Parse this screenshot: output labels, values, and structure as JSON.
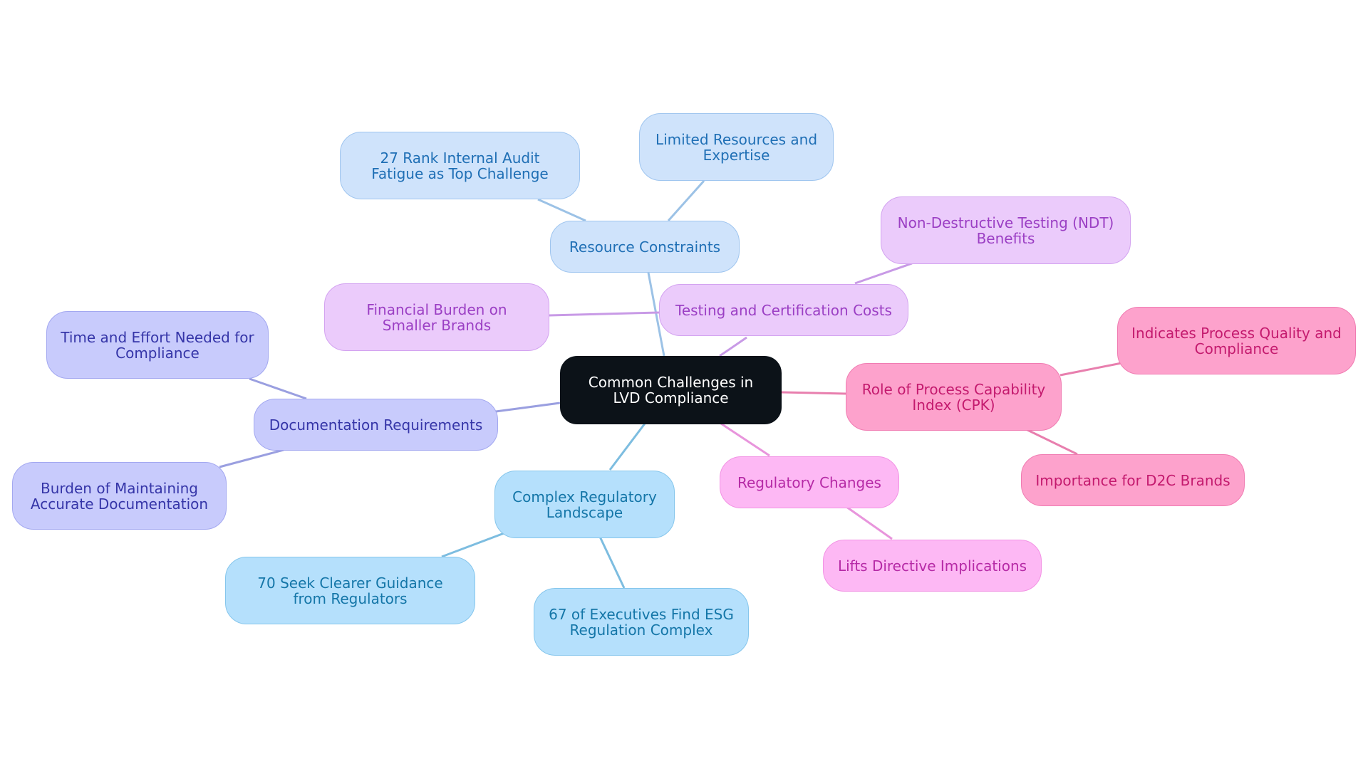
{
  "mindmap": {
    "root": {
      "label": "Common Challenges in LVD Compliance"
    },
    "branches": [
      {
        "id": "resource",
        "label": "Resource Constraints",
        "color": {
          "fill": "#cfe3fb",
          "border": "#9fc5ef",
          "text": "#1f6fb5",
          "line": "#9cc2e6"
        },
        "children": [
          {
            "id": "audit",
            "label": "27 Rank Internal Audit Fatigue as Top Challenge"
          },
          {
            "id": "limited",
            "label": "Limited Resources and Expertise"
          }
        ]
      },
      {
        "id": "testing",
        "label": "Testing and Certification Costs",
        "color": {
          "fill": "#ebcbfb",
          "border": "#d3a3f0",
          "text": "#9b3fc4",
          "line": "#c89ae6"
        },
        "children": [
          {
            "id": "ndt",
            "label": "Non-Destructive Testing (NDT) Benefits"
          },
          {
            "id": "financial",
            "label": "Financial Burden on Smaller Brands"
          }
        ]
      },
      {
        "id": "cpk",
        "label": "Role of Process Capability Index (CPK)",
        "color": {
          "fill": "#fda2cc",
          "border": "#f07cb2",
          "text": "#c41a6e",
          "line": "#e87fae"
        },
        "children": [
          {
            "id": "indicates",
            "label": "Indicates Process Quality and Compliance"
          },
          {
            "id": "d2c",
            "label": "Importance for D2C Brands"
          }
        ]
      },
      {
        "id": "regchanges",
        "label": "Regulatory Changes",
        "color": {
          "fill": "#fdb8f4",
          "border": "#f293e4",
          "text": "#b62aa6",
          "line": "#e895dc"
        },
        "children": [
          {
            "id": "lifts",
            "label": "Lifts Directive Implications"
          }
        ]
      },
      {
        "id": "complex",
        "label": "Complex Regulatory Landscape",
        "color": {
          "fill": "#b5e0fc",
          "border": "#86c6ec",
          "text": "#1476a8",
          "line": "#7dbde0"
        },
        "children": [
          {
            "id": "clearer",
            "label": "70 Seek Clearer Guidance from Regulators"
          },
          {
            "id": "esg",
            "label": "67 of Executives Find ESG Regulation Complex"
          }
        ]
      },
      {
        "id": "docs",
        "label": "Documentation Requirements",
        "color": {
          "fill": "#c8cbfc",
          "border": "#a3a8f0",
          "text": "#3535a8",
          "line": "#9a9fe0"
        },
        "children": [
          {
            "id": "time",
            "label": "Time and Effort Needed for Compliance"
          },
          {
            "id": "burden",
            "label": "Burden of Maintaining Accurate Documentation"
          }
        ]
      }
    ]
  }
}
